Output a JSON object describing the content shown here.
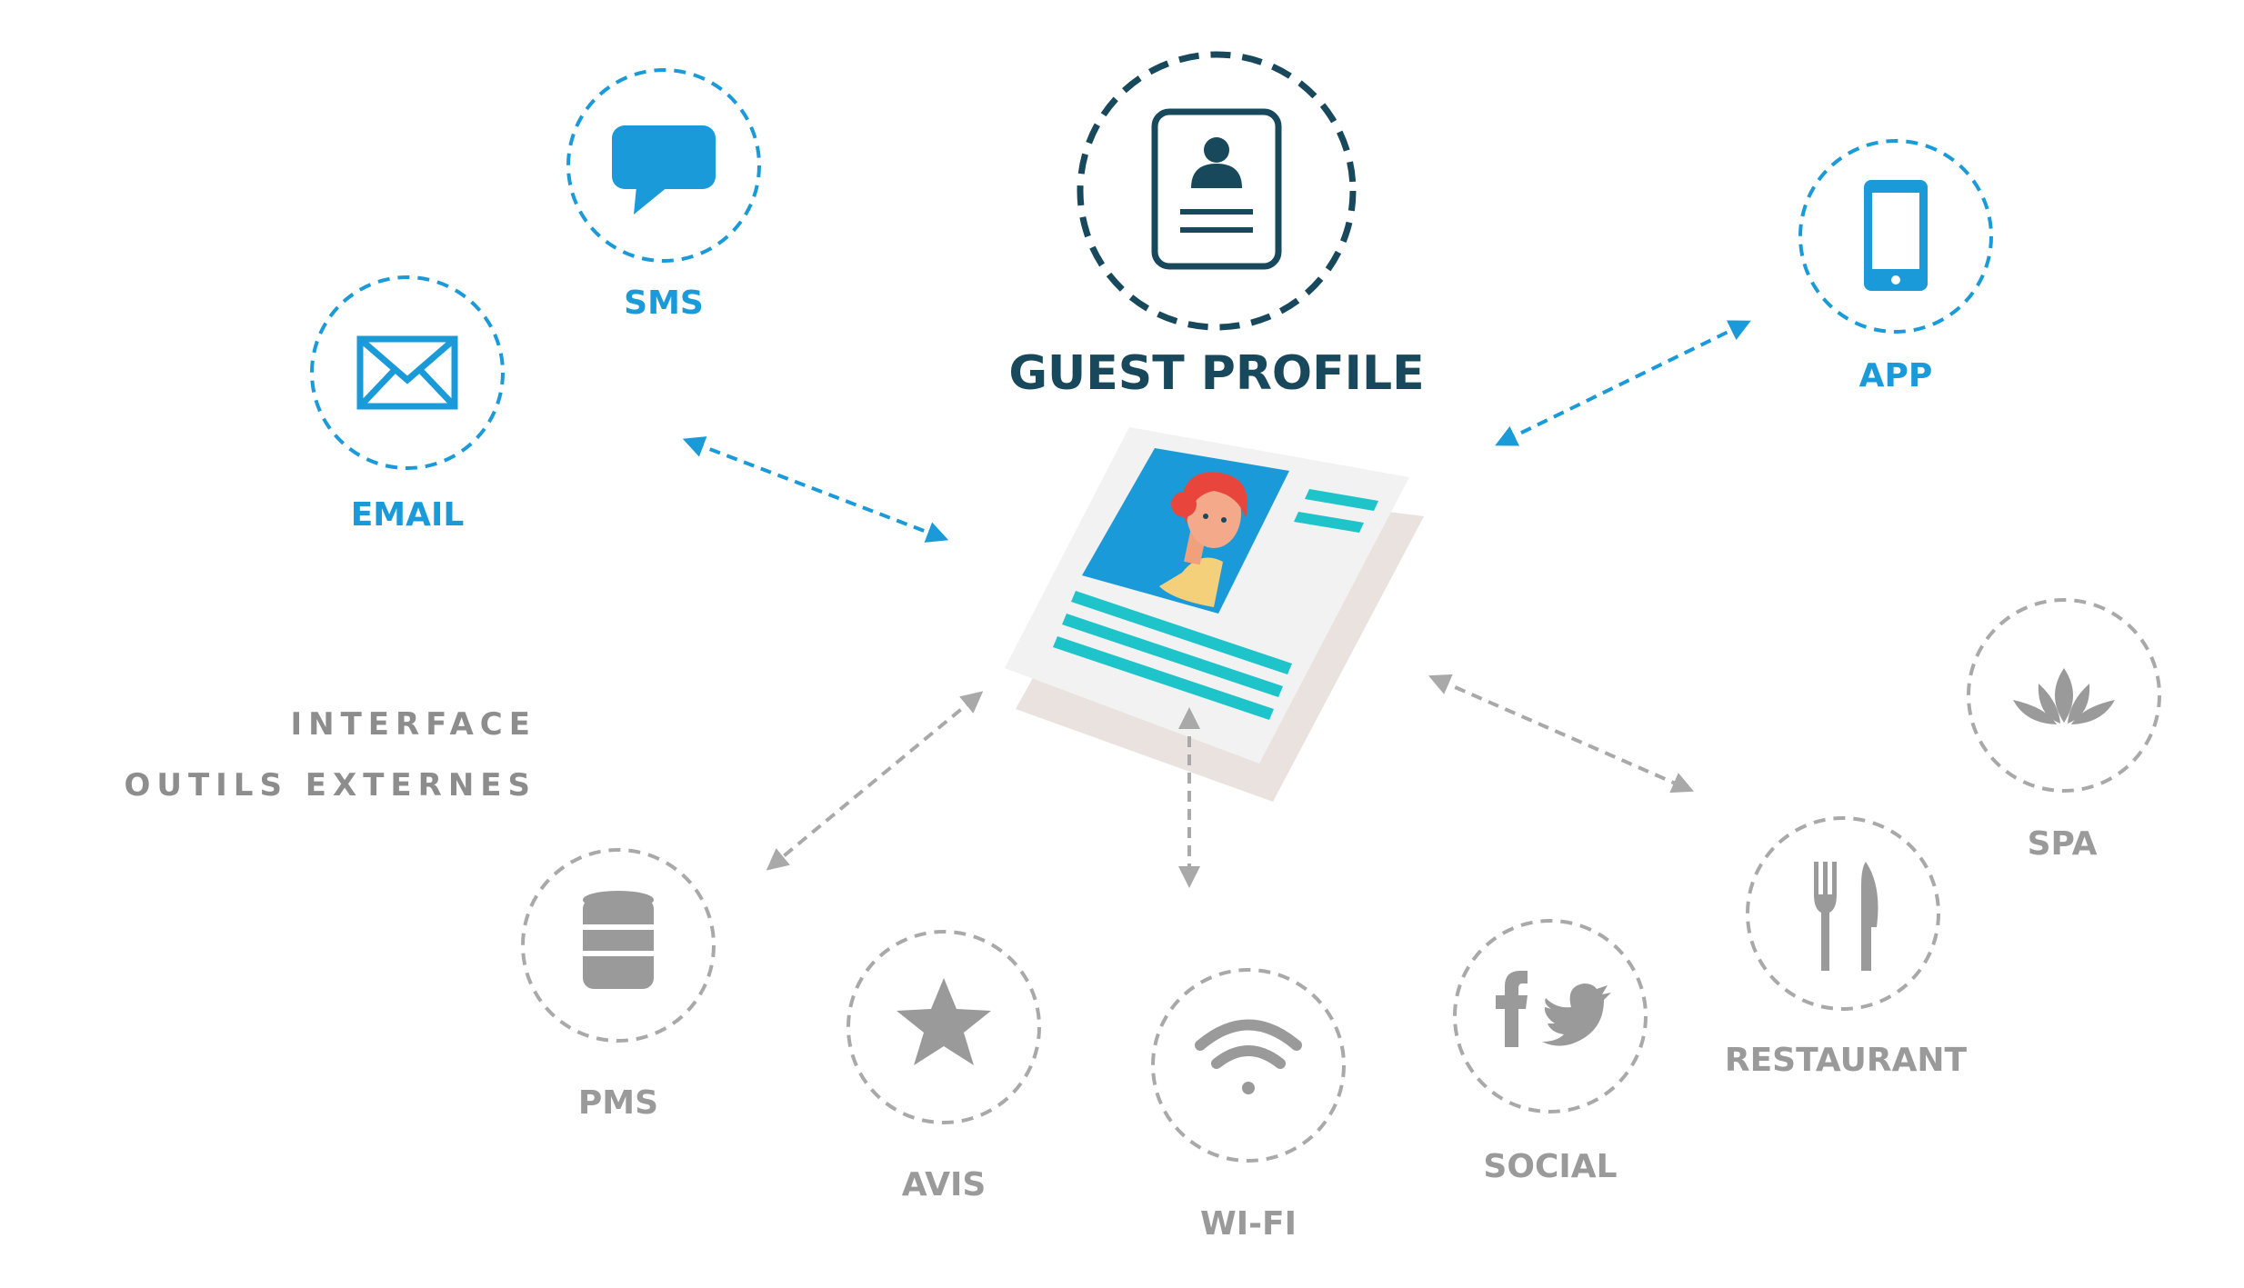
{
  "center": {
    "title": "GUEST PROFILE"
  },
  "channels": {
    "sms": "SMS",
    "email": "EMAIL",
    "app": "APP"
  },
  "side_label": {
    "line1": "INTERFACE",
    "line2": "OUTILS EXTERNES"
  },
  "tools": {
    "pms": "PMS",
    "avis": "AVIS",
    "wifi": "WI-FI",
    "social": "SOCIAL",
    "restaurant": "RESTAURANT",
    "spa": "SPA"
  },
  "colors": {
    "blue": "#1a9ad8",
    "dark": "#17485c",
    "gray": "#a9a9a9",
    "teal": "#1ec4c9"
  },
  "icons": {
    "sms": "speech-bubble-icon",
    "email": "envelope-icon",
    "app": "smartphone-icon",
    "profile": "id-card-icon",
    "pms": "database-icon",
    "avis": "star-icon",
    "wifi": "wifi-icon",
    "social": "facebook-twitter-icon",
    "restaurant": "fork-knife-icon",
    "spa": "lotus-icon"
  }
}
